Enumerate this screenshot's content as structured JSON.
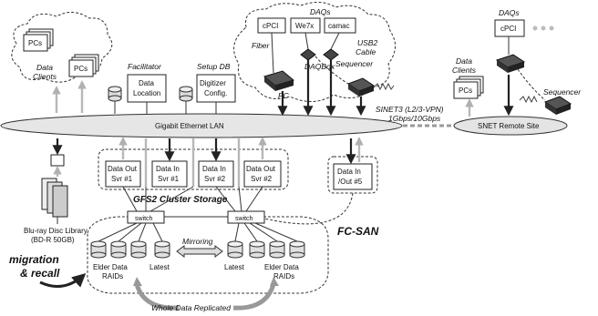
{
  "labels": {
    "pcs_a": "PCs",
    "pcs_b": "PCs",
    "data_clients_1": "Data",
    "data_clients_2": "Clients",
    "facilitator": "Facilitator",
    "setup_db": "Setup DB",
    "data_location_1": "Data",
    "data_location_2": "Location",
    "digitizer_1": "Digitizer",
    "digitizer_2": "Config.",
    "daqs_local": "DAQs",
    "cpci": "cPCI",
    "we7x": "We7x",
    "camac": "camac",
    "usb2_1": "USB2",
    "usb2_2": "Cable",
    "fiber": "Fiber",
    "daqbox": "DAQBox",
    "sequencer_local": "Sequencer",
    "pc_local": "PC",
    "lan": "Gigabit Ethernet LAN",
    "sinet_1": "SINET3 (L2/3-VPN)",
    "sinet_2": "1Gbps/10Gbps",
    "remote_clients_1": "Data",
    "remote_clients_2": "Clients",
    "remote_pcs": "PCs",
    "daqs_remote": "DAQs",
    "cpci_remote": "cPCI",
    "sequencer_remote": "Sequencer",
    "snet_remote": "SNET Remote Site",
    "svr_out1_1": "Data Out",
    "svr_out1_2": "Svr #1",
    "svr_in1_1": "Data In",
    "svr_in1_2": "Svr #1",
    "svr_in2_1": "Data In",
    "svr_in2_2": "Svr #2",
    "svr_out2_1": "Data Out",
    "svr_out2_2": "Svr #2",
    "svr_io5_1": "Data In",
    "svr_io5_2": "/Out #5",
    "gfs2": "GFS2 Cluster Storage",
    "switch_left": "switch",
    "switch_right": "switch",
    "fcsan": "FC-SAN",
    "bluray_1": "Blu-ray Disc Library",
    "bluray_2": "(BD-R 50GB)",
    "migration_1": "migration",
    "migration_2": "& recall",
    "older_left_1": "Elder Data",
    "older_left_2": "RAIDs",
    "latest_left": "Latest",
    "mirroring": "Mirroring",
    "latest_right": "Latest",
    "older_right_1": "Elder Data",
    "older_right_2": "RAIDs",
    "whole_data": "Whole Data Replicated"
  }
}
